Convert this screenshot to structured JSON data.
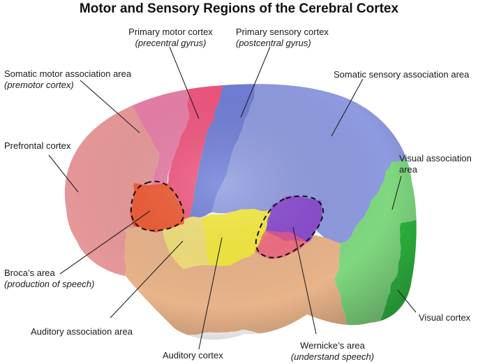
{
  "title": "Motor and Sensory Regions of the Cerebral Cortex",
  "labels": {
    "primary_motor": {
      "name": "Primary motor cortex",
      "sub": "(precentral gyrus)"
    },
    "primary_sensory": {
      "name": "Primary sensory cortex",
      "sub": "(postcentral gyrus)"
    },
    "somatic_motor": {
      "name": "Somatic motor association area",
      "sub": "(premotor cortex)"
    },
    "somatic_sensory": {
      "name": "Somatic sensory association area"
    },
    "prefrontal": {
      "name": "Prefrontal cortex"
    },
    "visual_assoc": {
      "line1": "Visual association",
      "line2": "area"
    },
    "broca": {
      "name": "Broca’s area",
      "sub": "(production of speech)"
    },
    "visual_cortex": {
      "name": "Visual cortex"
    },
    "auditory_assoc": {
      "name": "Auditory association area"
    },
    "auditory": {
      "name": "Auditory cortex"
    },
    "wernicke": {
      "name": "Wernicke’s area",
      "sub": "(understand speech)"
    }
  },
  "region_colors": {
    "prefrontal": "#e8999a",
    "premotor": "#e87fa8",
    "primary_motor": "#f0567d",
    "primary_sensory": "#6f7fd8",
    "somatic_sensory": "#8f9be0",
    "visual_assoc": "#7fd87f",
    "visual_cortex": "#2fb83f",
    "temporal": "#e9b48a",
    "auditory_assoc": "#f2e07a",
    "auditory": "#f5ea3c",
    "broca": "#ef5a30",
    "wernicke": "#8a4bd0"
  }
}
